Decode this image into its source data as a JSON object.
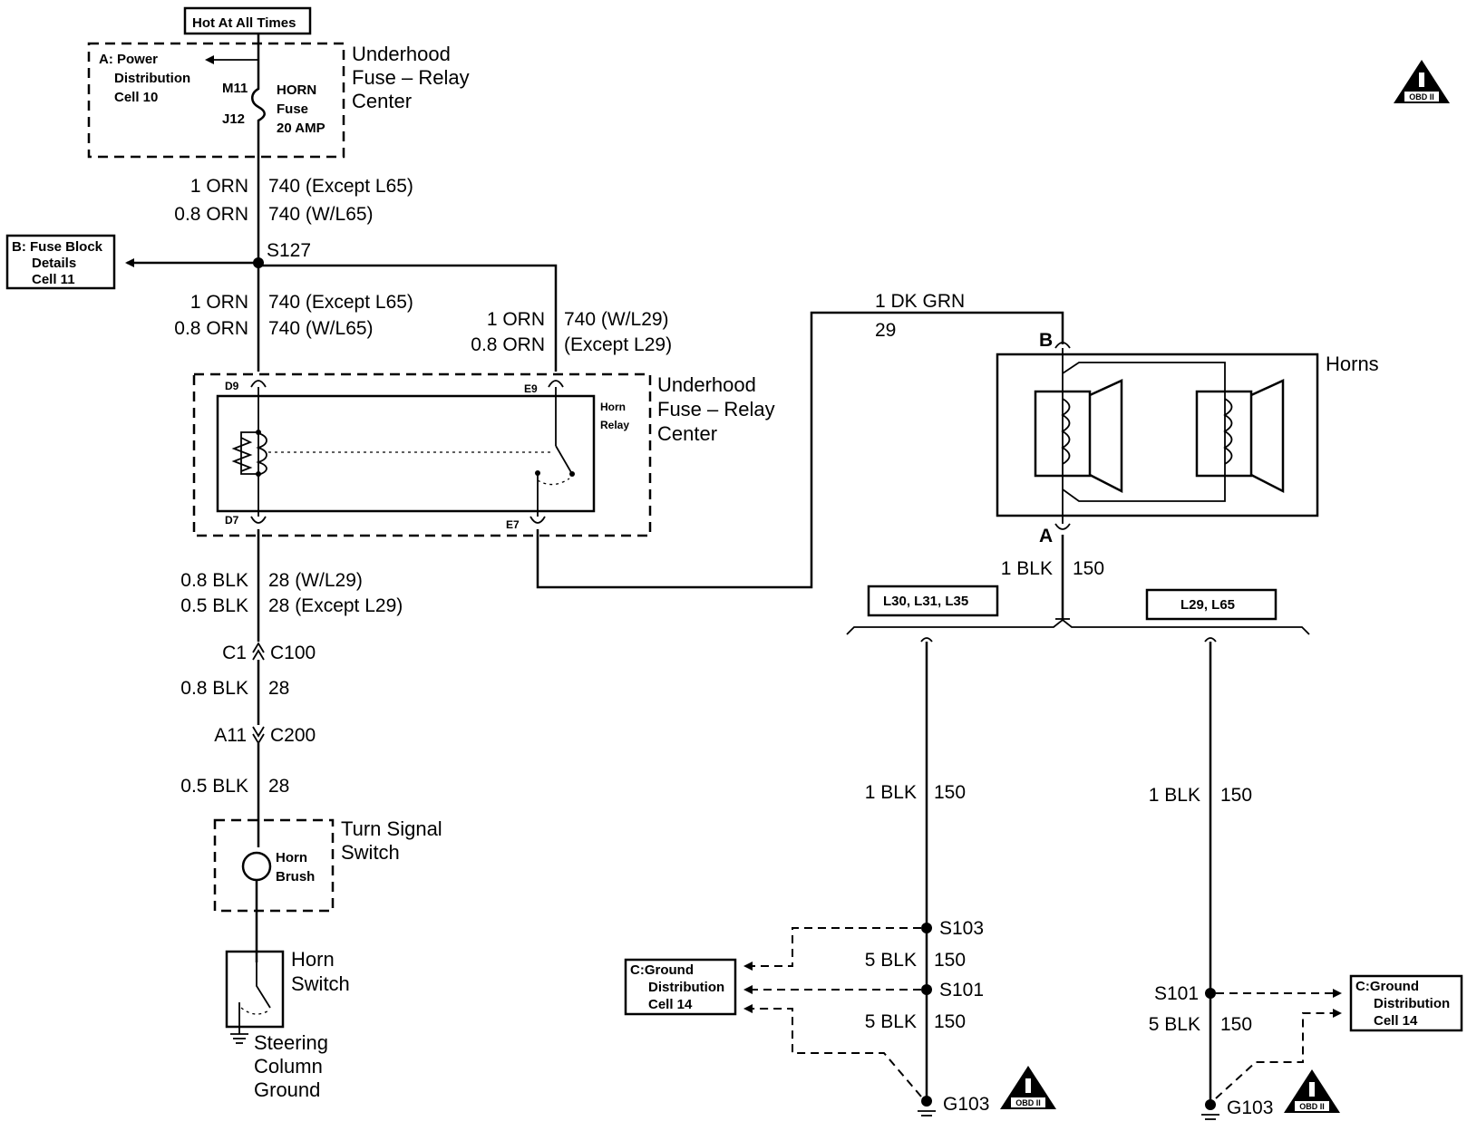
{
  "top_label": "Hot At All Times",
  "fuse_center_top": {
    "ref_a_line1": "A: Power",
    "ref_a_line2": "Distribution",
    "ref_a_line3": "Cell 10",
    "pin_top": "M11",
    "pin_bottom": "J12",
    "fuse_line1": "HORN",
    "fuse_line2": "Fuse",
    "fuse_line3": "20 AMP",
    "title_line1": "Underhood",
    "title_line2": "Fuse – Relay",
    "title_line3": "Center"
  },
  "wire_740_upper": {
    "size1": "1 ORN",
    "desc1": "740 (Except L65)",
    "size2": "0.8 ORN",
    "desc2": "740 (W/L65)"
  },
  "ref_b": {
    "line1": "B: Fuse Block",
    "line2": "Details",
    "line3": "Cell 11"
  },
  "splice_s127": "S127",
  "wire_740_lower": {
    "size1": "1 ORN",
    "desc1": "740 (Except L65)",
    "size2": "0.8 ORN",
    "desc2": "740 (W/L65)"
  },
  "wire_740_right": {
    "size1": "1 ORN",
    "desc1": "740 (W/L29)",
    "size2": "0.8 ORN",
    "desc2": "(Except L29)"
  },
  "relay_center": {
    "pin_d9": "D9",
    "pin_e9": "E9",
    "pin_d7": "D7",
    "pin_e7": "E7",
    "relay_line1": "Horn",
    "relay_line2": "Relay",
    "title_line1": "Underhood",
    "title_line2": "Fuse – Relay",
    "title_line3": "Center"
  },
  "wire_29": {
    "size": "1 DK GRN",
    "circuit": "29"
  },
  "horns": {
    "title": "Horns",
    "pin_b": "B",
    "pin_a": "A"
  },
  "wire_150_horn": {
    "size": "1 BLK",
    "circuit": "150"
  },
  "option_left": "L30, L31, L35",
  "option_right": "L29, L65",
  "wire_28": {
    "size1": "0.8 BLK",
    "desc1": "28 (W/L29)",
    "size2": "0.5 BLK",
    "desc2": "28 (Except L29)"
  },
  "conn_c100": {
    "left": "C1",
    "right": "C100"
  },
  "wire_28_mid": {
    "size": "0.8 BLK",
    "circuit": "28"
  },
  "conn_c200": {
    "left": "A11",
    "right": "C200"
  },
  "wire_28_low": {
    "size": "0.5 BLK",
    "circuit": "28"
  },
  "turn_signal": {
    "brush_line1": "Horn",
    "brush_line2": "Brush",
    "title_line1": "Turn Signal",
    "title_line2": "Switch"
  },
  "horn_switch": {
    "title_line1": "Horn",
    "title_line2": "Switch"
  },
  "steering_ground": {
    "line1": "Steering",
    "line2": "Column",
    "line3": "Ground"
  },
  "left_ground_branch": {
    "wire_top_size": "1 BLK",
    "wire_top_circuit": "150",
    "splice_s103": "S103",
    "wire_mid_size": "5 BLK",
    "wire_mid_circuit": "150",
    "splice_s101": "S101",
    "wire_low_size": "5 BLK",
    "wire_low_circuit": "150",
    "ground": "G103"
  },
  "right_ground_branch": {
    "wire_top_size": "1 BLK",
    "wire_top_circuit": "150",
    "splice_s101": "S101",
    "wire_low_size": "5 BLK",
    "wire_low_circuit": "150",
    "ground": "G103"
  },
  "ref_c_left": {
    "line1": "C:Ground",
    "line2": "Distribution",
    "line3": "Cell 14"
  },
  "ref_c_right": {
    "line1": "C:Ground",
    "line2": "Distribution",
    "line3": "Cell 14"
  },
  "obd_label": "OBD II"
}
